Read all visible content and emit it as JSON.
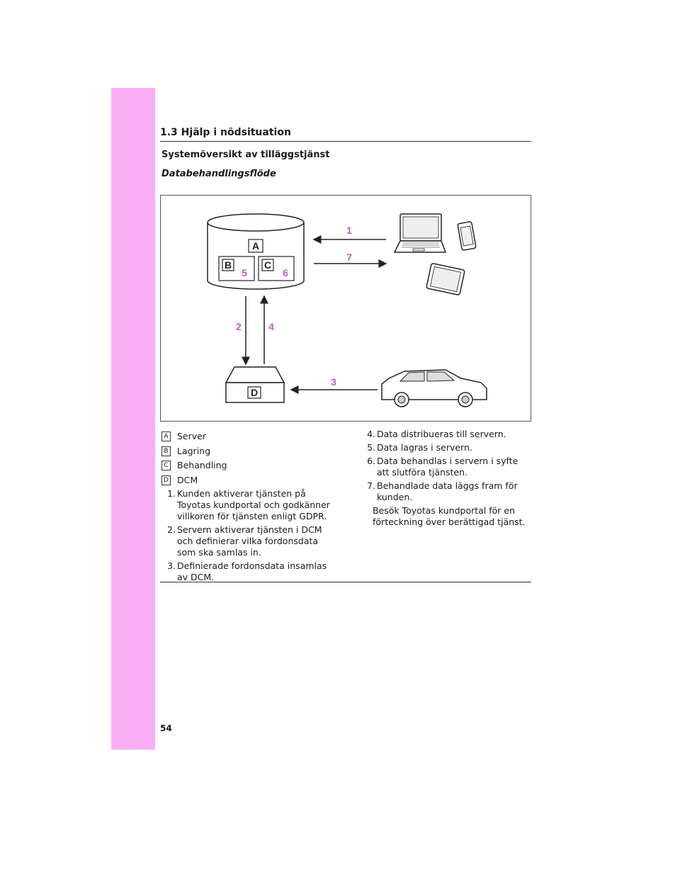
{
  "header": {
    "section_title": "1.3  Hjälp i nödsituation"
  },
  "content": {
    "subtitle": "Systemöversikt av tilläggstjänst",
    "flow_title": "Databehandlingsflöde"
  },
  "diagram": {
    "box_labels": {
      "A": "A",
      "B": "B",
      "C": "C",
      "D": "D"
    },
    "arrow_labels": {
      "a1": "1",
      "a2": "2",
      "a3": "3",
      "a4": "4",
      "a5": "5",
      "a6": "6",
      "a7": "7"
    },
    "accent_color": "#c758c0"
  },
  "legend": [
    {
      "key": "A",
      "label": "Server"
    },
    {
      "key": "B",
      "label": "Lagring"
    },
    {
      "key": "C",
      "label": "Behandling"
    },
    {
      "key": "D",
      "label": "DCM"
    }
  ],
  "steps": [
    {
      "n": "1.",
      "text": "Kunden aktiverar tjänsten på Toyotas kundportal och godkänner villkoren för tjänsten enligt GDPR."
    },
    {
      "n": "2.",
      "text": "Servern aktiverar tjänsten i DCM och definierar vilka fordonsdata som ska samlas in."
    },
    {
      "n": "3.",
      "text": "Definierade fordonsdata insamlas av DCM."
    },
    {
      "n": "4.",
      "text": "Data distribueras till servern."
    },
    {
      "n": "5.",
      "text": "Data lagras i servern."
    },
    {
      "n": "6.",
      "text": "Data behandlas i servern i syfte att slutföra tjänsten."
    },
    {
      "n": "7.",
      "text": "Behandlade data läggs fram för kunden."
    }
  ],
  "note": "Besök Toyotas kundportal för en förteckning över berättigad tjänst.",
  "footer": {
    "page_number": "54"
  },
  "colors": {
    "sidebar": "#f8aff6"
  }
}
